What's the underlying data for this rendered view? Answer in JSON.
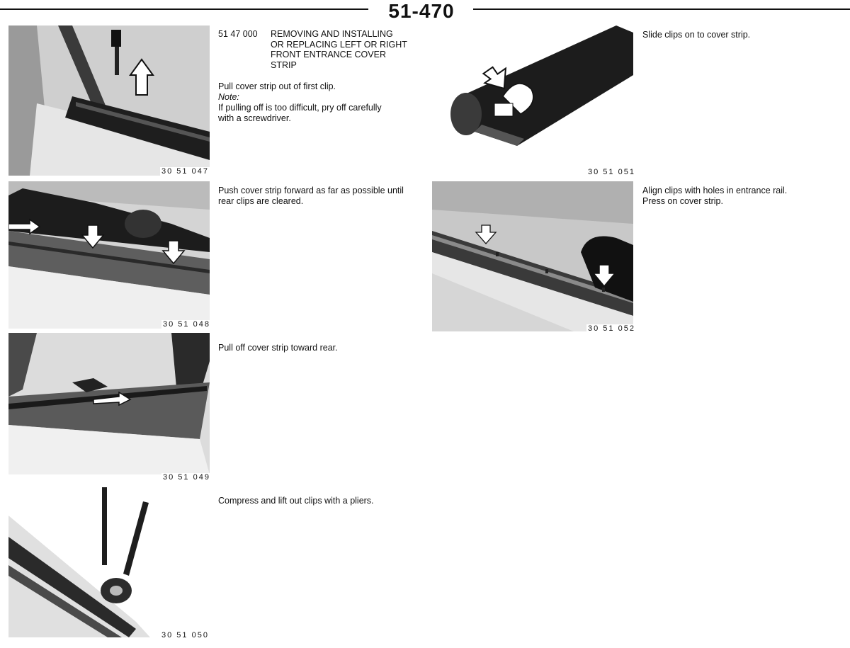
{
  "page": {
    "number": "51-470"
  },
  "heading": {
    "code": "51 47 000",
    "title_lines": [
      "REMOVING AND INSTALLING",
      "OR REPLACING LEFT OR RIGHT",
      "FRONT ENTRANCE COVER",
      "STRIP"
    ]
  },
  "steps": [
    {
      "figure": "30 51 047",
      "lines": [
        "Pull cover strip out of first clip."
      ],
      "note_label": "Note:",
      "note_lines": [
        "If pulling off is too difficult, pry off carefully",
        "with a screwdriver."
      ]
    },
    {
      "figure": "30 51 048",
      "lines": [
        "Push cover strip forward as far as possible until",
        "rear clips are cleared."
      ]
    },
    {
      "figure": "30 51 049",
      "lines": [
        "Pull off cover strip toward rear."
      ]
    },
    {
      "figure": "30 51 050",
      "lines": [
        "Compress and lift out clips with a pliers."
      ]
    },
    {
      "figure": "30 51 051",
      "lines": [
        "Slide clips on to cover strip."
      ]
    },
    {
      "figure": "30 51 052",
      "lines": [
        "Align clips with holes in entrance rail.",
        "Press on cover strip."
      ]
    }
  ]
}
